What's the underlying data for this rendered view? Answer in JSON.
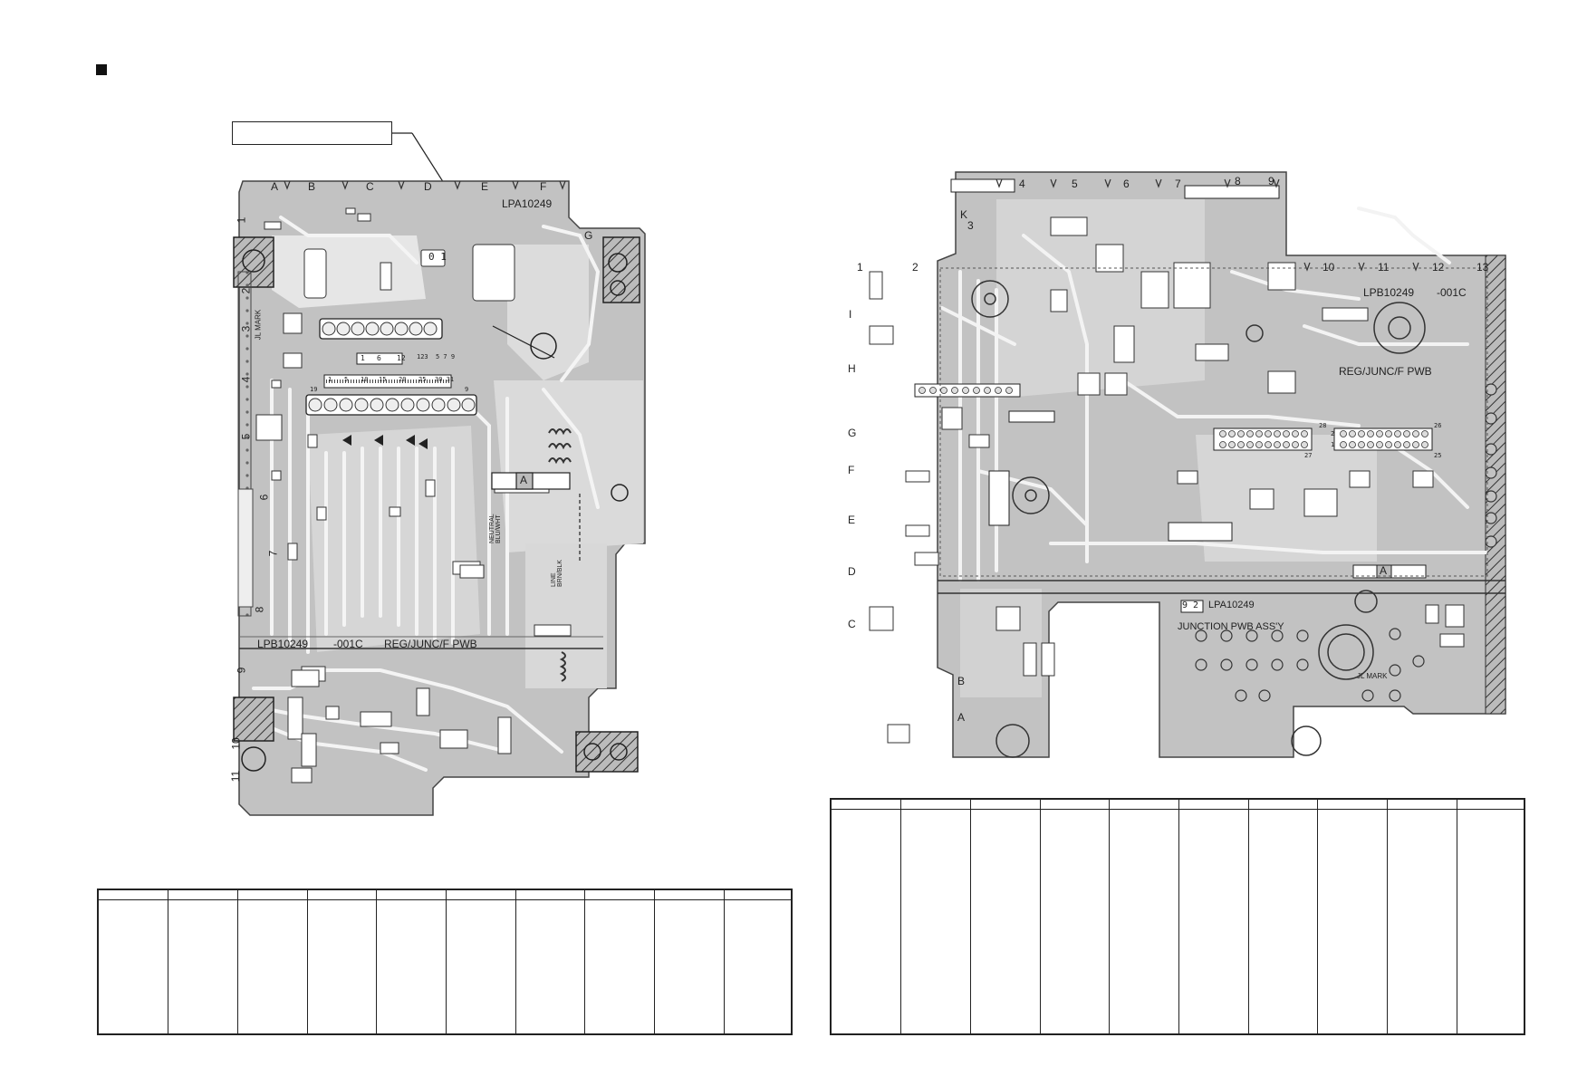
{
  "board_left": {
    "pwb_label": "LPA10249",
    "bottom_label_code": "LPB10249",
    "bottom_label_rev": "-001C",
    "bottom_label_name": "REG/JUNC/F PWB",
    "col_letters": [
      "A",
      "B",
      "C",
      "D",
      "E",
      "F"
    ],
    "g_letter": "G",
    "row_numbers": [
      "1",
      "2",
      "3",
      "4",
      "5",
      "6",
      "7",
      "8",
      "9",
      "10",
      "11"
    ],
    "badge_a": "A",
    "chip_label": "0 1",
    "neutral_label": "NEUTRAL BLU/WHT",
    "line_label": "LINE BRN/BLK",
    "jumper_mark": "JL MARK",
    "connector_top_nums": [
      "1",
      "6",
      "12"
    ],
    "connector_mid_nums": [
      "1",
      "5",
      "10",
      "15",
      "20",
      "25",
      "30 31"
    ],
    "connector_side_nums": [
      "19",
      "9",
      "123",
      "5 7 9"
    ]
  },
  "board_right": {
    "top_cols": [
      "4",
      "5",
      "6",
      "7",
      "8",
      "9"
    ],
    "right_cols": [
      "10",
      "11",
      "12",
      "13"
    ],
    "top_row_letters": [
      "K",
      "1",
      "2",
      "3"
    ],
    "left_letters": [
      "I",
      "H",
      "G",
      "F",
      "E",
      "D"
    ],
    "lower_letters": [
      "C",
      "B",
      "A"
    ],
    "pwb_label": "LPB10249",
    "pwb_rev": "-001C",
    "pwb_name": "REG/JUNC/F PWB",
    "junction_code_box": "9 2",
    "junction_code": "LPA10249",
    "junction_name": "JUNCTION PWB ASS'Y",
    "badge_a": "A",
    "jumper_mark": "JL MARK",
    "pin_labels": [
      "28",
      "27",
      "2",
      "1",
      "26",
      "25"
    ]
  },
  "table_left": {
    "columns": 10
  },
  "table_right": {
    "columns": 10
  }
}
